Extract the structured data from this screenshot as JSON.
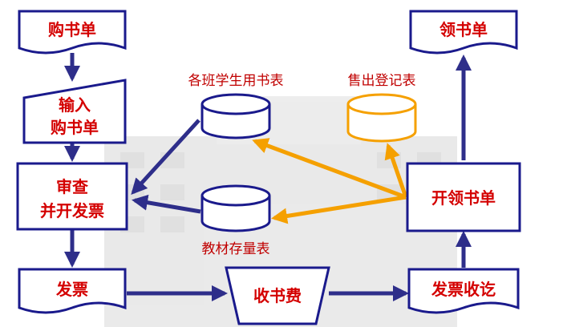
{
  "nodes": {
    "purchase_order": "购书单",
    "input_order_line1": "输入",
    "input_order_line2": "购书单",
    "review_line1": "审查",
    "review_line2": "并开发票",
    "invoice": "发票",
    "collect_fee": "收书费",
    "invoice_receipt": "发票收讫",
    "issue_order": "开领书单",
    "pickup_order": "领书单"
  },
  "stores": {
    "class_books": "各班学生用书表",
    "sales_register": "售出登记表",
    "inventory": "教材存量表"
  },
  "colors": {
    "box_border": "#1a1a8c",
    "box_text": "#d40000",
    "flow_arrow": "#2e2e8a",
    "data_arrow": "#f5a000",
    "store_blue": "#1a1a8c",
    "store_orange": "#f5a000"
  }
}
